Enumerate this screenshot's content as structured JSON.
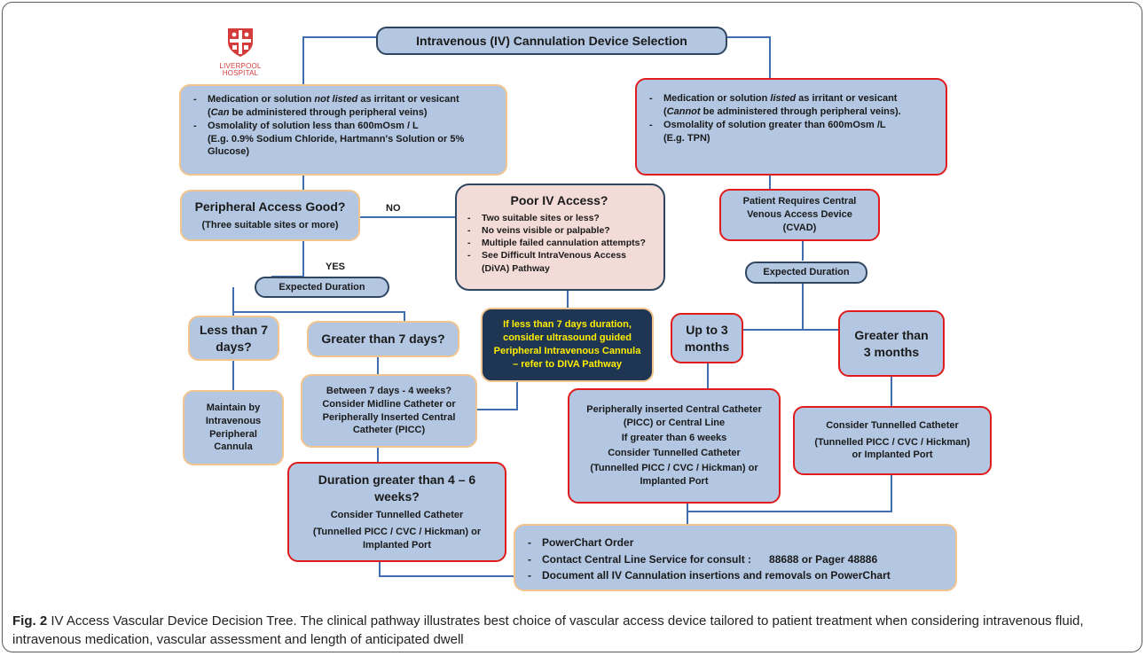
{
  "logo": {
    "line1": "LIVERPOOL",
    "line2": "HOSPITAL",
    "icon": "hospital-crest-icon",
    "color": "#d43b3b"
  },
  "title": "Intravenous (IV) Cannulation Device Selection",
  "left_criteria": {
    "item1": {
      "pre": "Medication or solution ",
      "em": "not listed",
      "post": " as irritant or vesicant"
    },
    "item1b": {
      "em": "Can",
      "post": " be administered through peripheral veins)"
    },
    "item2": "Osmolality of solution less than 600mOsm / L",
    "item2b": "(E.g. 0.9% Sodium Chloride, Hartmann's Solution or 5% Glucose)"
  },
  "right_criteria": {
    "item1": {
      "pre": "Medication or solution ",
      "em": "listed",
      "post": " as irritant or vesicant"
    },
    "item1b": {
      "em": "Cannot",
      "post": " be administered through peripheral veins)."
    },
    "item2": "Osmolality of solution greater than 600mOsm /L",
    "item2b": "(E.g. TPN)"
  },
  "peripheral": {
    "title": "Peripheral Access Good?",
    "sub": "(Three suitable sites or more)"
  },
  "labels": {
    "no": "NO",
    "yes": "YES"
  },
  "poor_access": {
    "title": "Poor IV Access?",
    "items": [
      "Two suitable sites or less?",
      "No veins visible or palpable?",
      "Multiple failed cannulation attempts?",
      "See Difficult IntraVenous Access (DiVA) Pathway"
    ]
  },
  "cvad": "Patient Requires Central Venous Access Device (CVAD)",
  "expected_left": "Expected Duration",
  "expected_right": "Expected Duration",
  "less7": "Less than 7 days?",
  "greater7": "Greater than 7 days?",
  "ultrasound": "If less than 7 days duration, consider ultrasound guided Peripheral Intravenous Cannula – refer to DIVA Pathway",
  "upto3": "Up to 3 months",
  "gt3": "Greater than 3 months",
  "maintain": "Maintain by Intravenous Peripheral Cannula",
  "between": "Between 7 days - 4 weeks? Consider Midline Catheter or Peripherally Inserted Central Catheter (PICC)",
  "duration46": {
    "title": "Duration greater than 4 – 6 weeks?",
    "l1": "Consider Tunnelled Catheter",
    "l2": "(Tunnelled PICC / CVC / Hickman) or Implanted Port"
  },
  "picc": {
    "l1": "Peripherally inserted Central Catheter (PICC) or Central Line",
    "l2": "If greater than 6 weeks",
    "l3": "Consider Tunnelled Catheter",
    "l4": "(Tunnelled PICC / CVC / Hickman) or Implanted Port"
  },
  "tunnelled": {
    "l1": "Consider Tunnelled Catheter",
    "l2": "(Tunnelled PICC / CVC / Hickman) or Implanted Port"
  },
  "powerchart": {
    "item1": "PowerChart Order",
    "item2": "Contact Central Line Service for consult :",
    "item2_value": "88688 or Pager 48886",
    "item3": "Document all IV Cannulation insertions and removals on PowerChart"
  },
  "caption": {
    "label": "Fig. 2",
    "text": " IV Access Vascular Device Decision Tree. The clinical pathway illustrates best choice of vascular access device tailored to patient treatment when considering intravenous fluid, intravenous medication, vascular assessment and length of anticipated dwell"
  },
  "colors": {
    "box_fill": "#b3c7e2",
    "orange_border": "#f2c48e",
    "red_border": "#e01b1b",
    "navy_border": "#2e4660",
    "connector": "#3f6fb0",
    "poor_fill": "#f3dcd7",
    "dark_fill": "#1e3554",
    "dark_text": "#ffee00"
  }
}
